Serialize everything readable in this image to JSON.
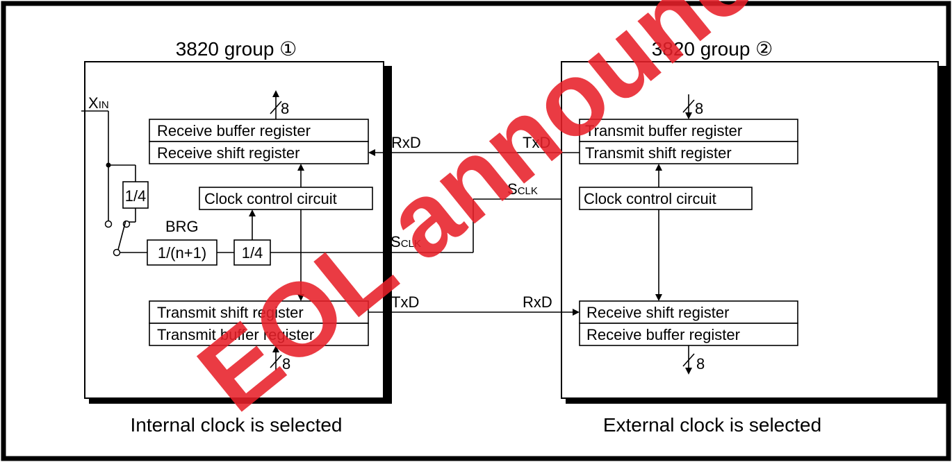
{
  "groups": {
    "left_title": "3820 group ①",
    "right_title": "3820 group ②"
  },
  "left": {
    "xin": "X",
    "xin_sub": "IN",
    "receive_buffer": "Receive buffer register",
    "receive_shift": "Receive shift register",
    "clock_control": "Clock control circuit",
    "transmit_shift": "Transmit shift register",
    "transmit_buffer": "Transmit buffer register",
    "div4_top": "1/4",
    "brg_label": "BRG",
    "brg_div": "1/(n+1)",
    "div4_bottom": "1/4",
    "bus_top": "8",
    "bus_bottom": "8",
    "caption": "Internal clock is selected"
  },
  "right": {
    "transmit_buffer": "Transmit buffer register",
    "transmit_shift": "Transmit shift register",
    "clock_control": "Clock control circuit",
    "receive_shift": "Receive shift register",
    "receive_buffer": "Receive buffer register",
    "bus_top": "8",
    "bus_bottom": "8",
    "caption": "External clock is selected"
  },
  "signals": {
    "rxd_left": "RxD",
    "txd_right": "TxD",
    "sclk_top_s": "S",
    "sclk_top_sub": "CLK",
    "sclk_left_s": "S",
    "sclk_left_sub": "CLK",
    "txd_left": "TxD",
    "rxd_right": "RxD"
  },
  "watermark": "EOL announced",
  "colors": {
    "watermark": "#e8202a",
    "line": "#000000",
    "background": "#ffffff"
  }
}
